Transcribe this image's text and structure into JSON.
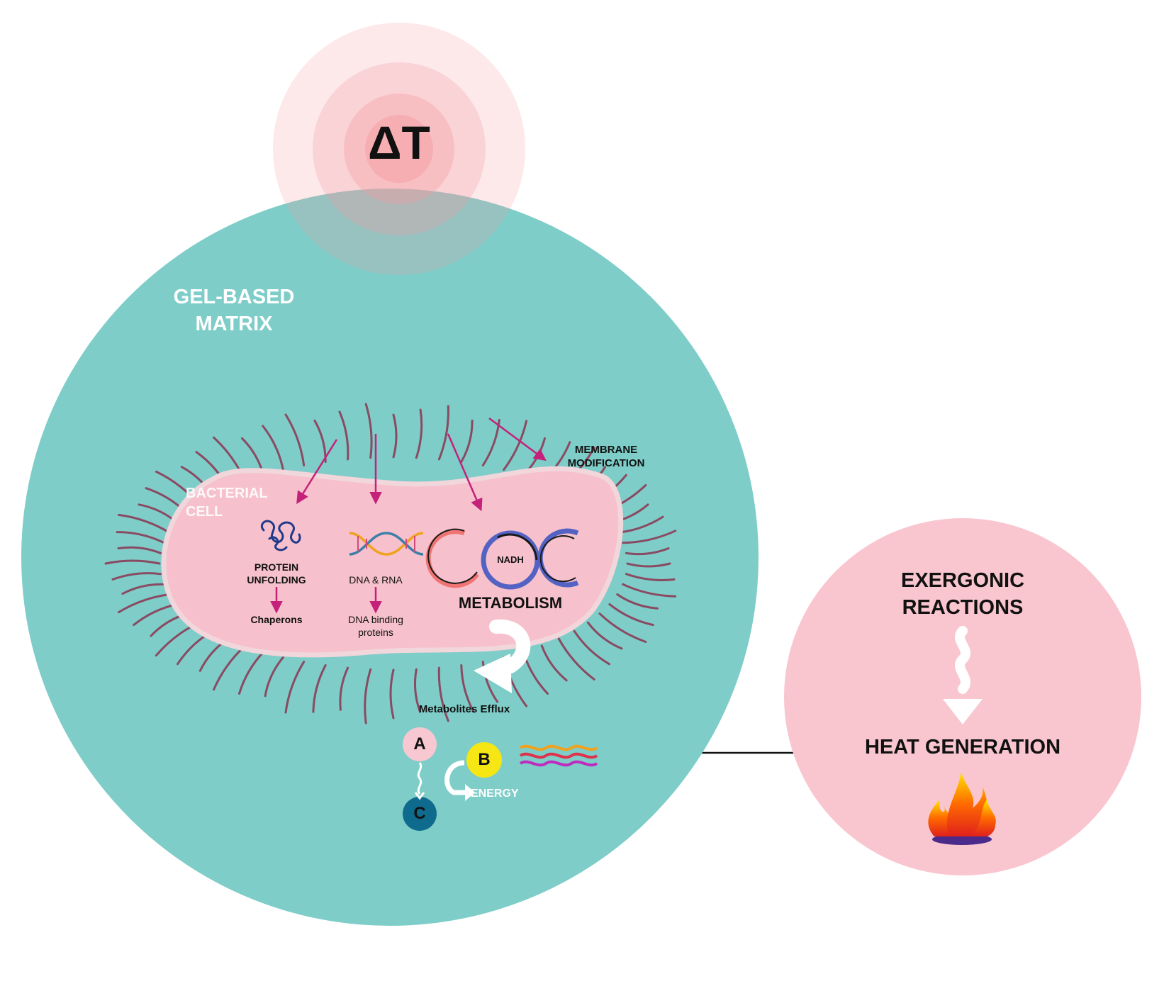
{
  "delta_t": "ΔT",
  "matrix_label": [
    "GEL-BASED",
    "MATRIX"
  ],
  "cell_label": [
    "BACTERIAL",
    "CELL"
  ],
  "membrane_label": [
    "MEMBRANE",
    "MODIFICATION"
  ],
  "protein_label": [
    "PROTEIN",
    "UNFOLDING"
  ],
  "chaperons_label": "Chaperons",
  "dna_label": "DNA & RNA",
  "dna_binding_label": [
    "DNA binding",
    "proteins"
  ],
  "nadh_label": "NADH",
  "metabolism_label": "METABOLISM",
  "efflux_label": "Metabolites Efflux",
  "metabolite_a": "A",
  "metabolite_b": "B",
  "metabolite_c": "C",
  "energy_label": "ENERGY",
  "exergonic_label": [
    "EXERGONIC",
    "REACTIONS"
  ],
  "heat_label": "HEAT GENERATION",
  "colors": {
    "matrix": "#7ecdc8",
    "cell": "#f6c1cc",
    "right_circle": "#f9c6d0",
    "arrow_magenta": "#c4217a",
    "metabolite_a": "#f7c8d2",
    "metabolite_b": "#f5e614",
    "metabolite_c": "#0f6b8e",
    "heat_halo": "#f49aa0"
  },
  "icons": [
    "protein-icon",
    "dna-helix-icon",
    "nadh-cycle-icon",
    "curved-arrow-icon",
    "wavy-arrow-icon",
    "flame-icon",
    "wavy-lines-icon"
  ]
}
